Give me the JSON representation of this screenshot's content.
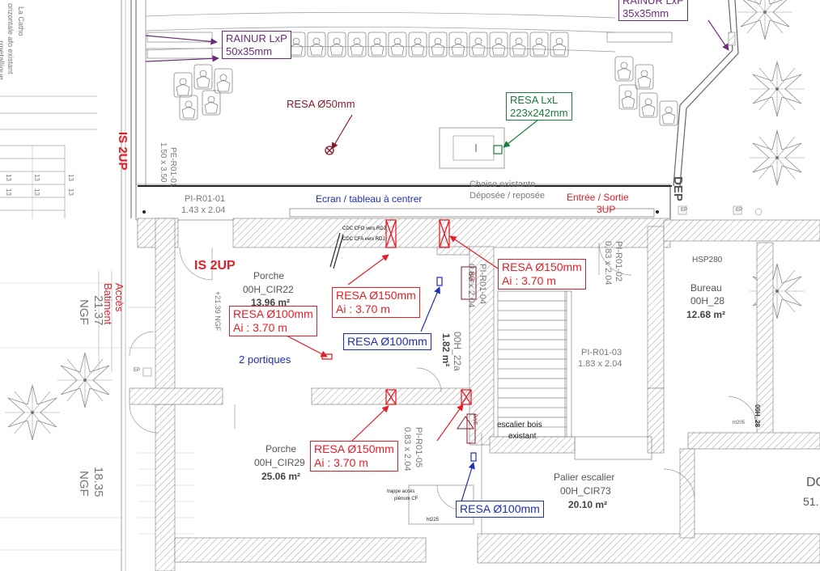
{
  "colors": {
    "red": "#e41e26",
    "dark_red": "#8b1a2b",
    "purple": "#6b2c7a",
    "green": "#1a7a3a",
    "blue": "#1f2fb0",
    "wall_hatch": "#b0b0b0",
    "line": "#666666"
  },
  "annotations": {
    "rainur_left": [
      "RAINUR LxP",
      "50x35mm"
    ],
    "rainur_right": "35x35mm",
    "rainur_right_partial": "RAINUR LxP",
    "resa_50": "RESA Ø50mm",
    "resa_lxl": [
      "RESA LxL",
      "223x242mm"
    ],
    "resa_150_top_right": [
      "RESA Ø150mm",
      "Ai : 3.70 m"
    ],
    "resa_150_mid": [
      "RESA Ø150mm",
      "Ai : 3.70 m"
    ],
    "resa_100_left": [
      "RESA Ø100mm",
      "Ai : 3.70 m"
    ],
    "resa_100_mid": "RESA Ø100mm",
    "resa_150_bottom": [
      "RESA Ø150mm",
      "Ai : 3.70 m"
    ],
    "resa_100_bottom": "RESA Ø100mm"
  },
  "labels": {
    "ecran": "Ecran / tableau à centrer",
    "chaise": [
      "Chaise existante",
      "Déposée / reposée"
    ],
    "entree_sortie": [
      "Entrée / Sortie",
      "3UP"
    ],
    "is_2up_vertical": "IS 2UP",
    "is_2up": "IS 2UP",
    "dep": "DEP",
    "acces_batiment": [
      "Accès",
      "Batiment"
    ],
    "deux_portiques": "2 portiques",
    "hsp280": "HSP280",
    "ngf_top": "21.37",
    "ngf_bottom": "18.35",
    "ngf_unit": "NGF",
    "ngf_plus": "+21.39 NGF",
    "ep_left": "EP",
    "ep_right_1": "EP",
    "ep_right_2": "EP",
    "cdc_cfo": "CDC CFO vers RDJ",
    "cdc_cfa": "CDC CFA vers RDJ",
    "baie": "BAIE",
    "escalier_bois": [
      "escalier bois",
      "existant"
    ],
    "trappe": [
      "trappe accès",
      "plénum CF"
    ],
    "ht225": "ht225",
    "ht205": "ht205",
    "corner_text": [
      "rmetallique",
      "orizontale afo existant",
      "La Catho"
    ],
    "stair_numbers": [
      "13",
      "13",
      "13",
      "13",
      "13",
      "13"
    ]
  },
  "doors": {
    "pi_r01_01": [
      "PI-R01-01",
      "1.43 x 2.04"
    ],
    "pe_r01": [
      "PE-R01-01",
      "1.50 x 3.50"
    ],
    "pi_r01_02": [
      "PI-R01-02",
      "0.83 x 2.04"
    ],
    "pi_r01_03": [
      "PI-R01-03",
      "1.83 x 2.04"
    ],
    "pi_r01_04": [
      "PI-R01-04",
      "0.83 x 2.04"
    ],
    "pi_r01_05": [
      "PI-R01-05",
      "0.83 x 2.04"
    ],
    "ooh28_vertical": "00H_28"
  },
  "rooms": {
    "porche_22": {
      "name": "Porche",
      "code": "00H_CIR22",
      "area": "13.96 m²"
    },
    "porche_29": {
      "name": "Porche",
      "code": "00H_CIR29",
      "area": "25.06 m²"
    },
    "bureau": {
      "name": "Bureau",
      "code": "00H_28",
      "area": "12.68 m²"
    },
    "palier": {
      "name": "Palier escalier",
      "code": "00H_CIR73",
      "area": "20.10 m²"
    },
    "small_22a": {
      "code": "00H_22a",
      "area": "1.82 m²"
    },
    "right_partial": {
      "name": "DO",
      "area": "51."
    }
  }
}
